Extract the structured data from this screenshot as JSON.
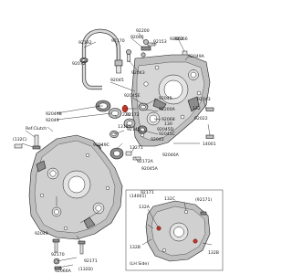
{
  "labels": {
    "l92192": "92192",
    "l92072": "92072",
    "l92200": "92200",
    "l92005": "92005",
    "l92170": "92170",
    "l92043a": "92043",
    "l92153": "92153",
    "l92062": "92062",
    "l92066": "92066",
    "l92049a": "92049A",
    "l92045a": "92045",
    "l92049b": "92049B",
    "l92049c": "92049",
    "l92045e": "92045E",
    "l92043b": "92043",
    "refclutch": "Ref.Clutch",
    "l132c": "(132C)",
    "l92172": "92172",
    "l220": "220",
    "l92045b": "92045",
    "l92022": "92022",
    "l132": "132",
    "l13183": "13183",
    "l92145": "92145",
    "l92200a": "92200A",
    "l92045c": "92045C",
    "l92068": "92068",
    "l92045d": "92045D",
    "l130": "130",
    "l92045f": "92045",
    "l14001": "14001",
    "l13271": "13271",
    "l92172a": "92172A",
    "l92045g": "92045A",
    "l92046a": "92046A",
    "l92049d": "92049C",
    "l92049e": "92049",
    "l92171a": "92171",
    "l92170b": "92170",
    "l92066a": "92066A",
    "l132d": "(132D)",
    "l92171b": "92171"
  },
  "inset": {
    "title": "(14001)",
    "l132c": "132C",
    "l92171": "(92171)",
    "l132a": "132A",
    "l132b_left": "132B",
    "l132b_right": "132B",
    "lhside": "(LH Side)"
  }
}
